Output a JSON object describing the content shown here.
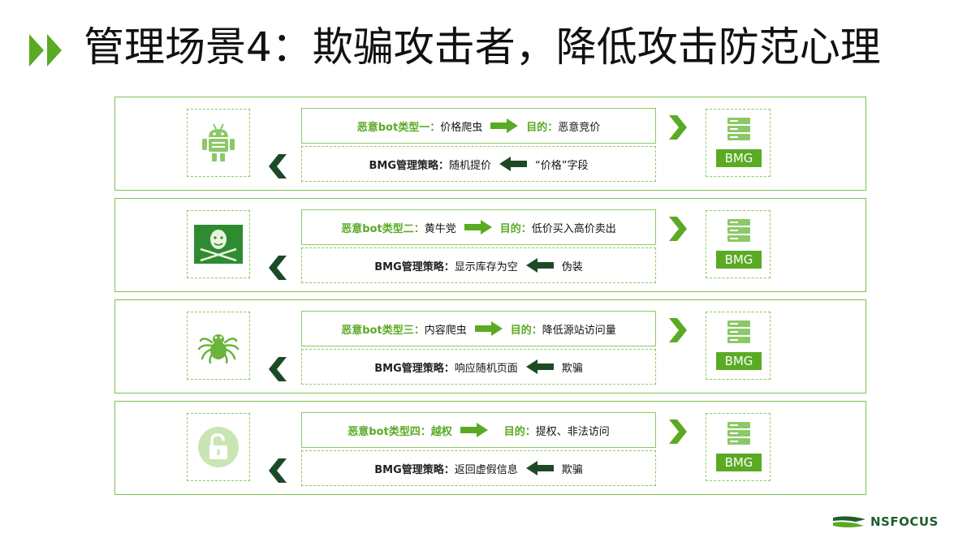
{
  "title": "管理场景4：欺骗攻击者，降低攻击防范心理",
  "rows": [
    {
      "icon": "robot-icon",
      "bot_type": "恶意bot类型一：",
      "bot_desc": "价格爬虫",
      "goal_label": "目的：",
      "goal_desc": "恶意竞价",
      "strategy_label": "BMG管理策略：",
      "strategy_desc": "随机提价",
      "effect": "“价格”字段",
      "server_label": "BMG"
    },
    {
      "icon": "pirate-mask-icon",
      "bot_type": "恶意bot类型二：",
      "bot_desc": "黄牛党",
      "goal_label": "目的：",
      "goal_desc": "低价买入高价卖出",
      "strategy_label": "BMG管理策略：",
      "strategy_desc": "显示库存为空",
      "effect": "伪装",
      "server_label": "BMG"
    },
    {
      "icon": "spider-icon",
      "bot_type": "恶意bot类型三：",
      "bot_desc": "内容爬虫",
      "goal_label": "目的：",
      "goal_desc": "降低源站访问量",
      "strategy_label": "BMG管理策略：",
      "strategy_desc": "响应随机页面",
      "effect": "欺骗",
      "server_label": "BMG"
    },
    {
      "icon": "unlock-icon",
      "bot_type": "恶意bot类型四：越权",
      "bot_desc": "",
      "goal_label": "目的：",
      "goal_desc": "提权、非法访问",
      "strategy_label": "BMG管理策略：",
      "strategy_desc": "返回虚假信息",
      "effect": "欺骗",
      "server_label": "BMG"
    }
  ],
  "logo_text": "NSFOCUS",
  "colors": {
    "accent": "#5aaa24",
    "border": "#8cc867",
    "dark": "#1d4a26"
  }
}
